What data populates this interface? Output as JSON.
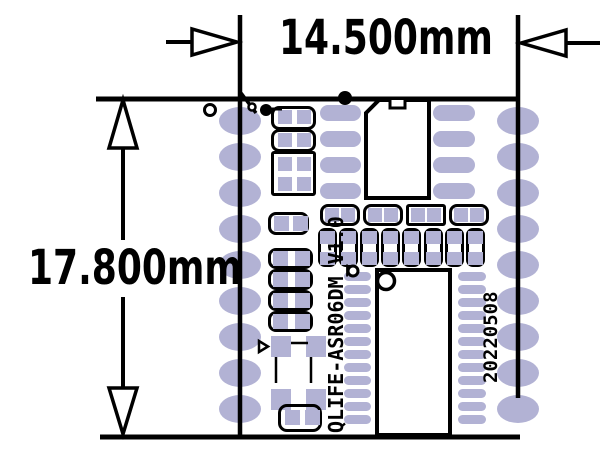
{
  "dimension_labels": {
    "width": "14.500mm",
    "height": "17.800mm"
  },
  "silkscreen": {
    "module_name": "QLIFE-ASR06DM_V1.0",
    "date_code": "20220508"
  },
  "colors": {
    "pad_lavender": "#b2b2d4",
    "line_black": "#000000",
    "background": "#ffffff"
  }
}
